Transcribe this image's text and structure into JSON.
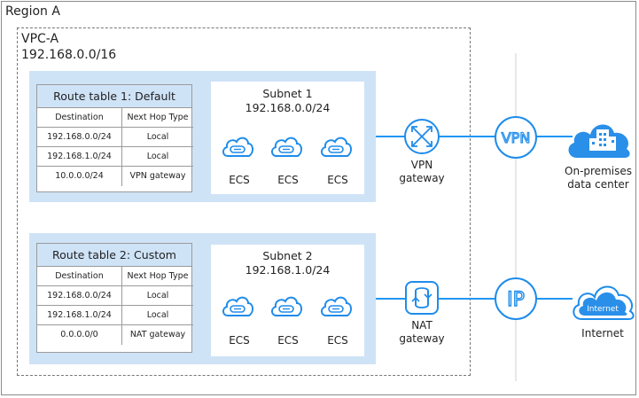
{
  "region": {
    "title": "Region A"
  },
  "vpc": {
    "name": "VPC-A",
    "cidr": "192.168.0.0/16"
  },
  "route_tables": [
    {
      "title": "Route table 1: Default",
      "headers": [
        "Destination",
        "Next Hop Type"
      ],
      "rows": [
        [
          "192.168.0.0/24",
          "Local"
        ],
        [
          "192.168.1.0/24",
          "Local"
        ],
        [
          "10.0.0.0/24",
          "VPN gateway"
        ]
      ]
    },
    {
      "title": "Route table 2: Custom",
      "headers": [
        "Destination",
        "Next Hop Type"
      ],
      "rows": [
        [
          "192.168.0.0/24",
          "Local"
        ],
        [
          "192.168.1.0/24",
          "Local"
        ],
        [
          "0.0.0.0/0",
          "NAT gateway"
        ]
      ]
    }
  ],
  "subnets": [
    {
      "name": "Subnet 1",
      "cidr": "192.168.0.0/24",
      "instances": [
        "ECS",
        "ECS",
        "ECS"
      ]
    },
    {
      "name": "Subnet 2",
      "cidr": "192.168.1.0/24",
      "instances": [
        "ECS",
        "ECS",
        "ECS"
      ]
    }
  ],
  "gateways": {
    "vpn": {
      "line1": "VPN",
      "line2": "gateway",
      "badge": "VPN"
    },
    "nat": {
      "line1": "NAT",
      "line2": "gateway",
      "badge": "IP"
    }
  },
  "destinations": {
    "datacenter": {
      "line1": "On-premises",
      "line2": "data center"
    },
    "internet": {
      "label": "Internet",
      "cloud_text": "Internet"
    }
  },
  "colors": {
    "accent": "#1f8ceb",
    "panel": "#cfe3f7",
    "line": "#2196f3"
  },
  "icons": [
    "ecs-icon",
    "vpn-gateway-icon",
    "nat-gateway-icon",
    "vpn-icon",
    "eip-icon",
    "datacenter-cloud-icon",
    "internet-cloud-icon"
  ]
}
